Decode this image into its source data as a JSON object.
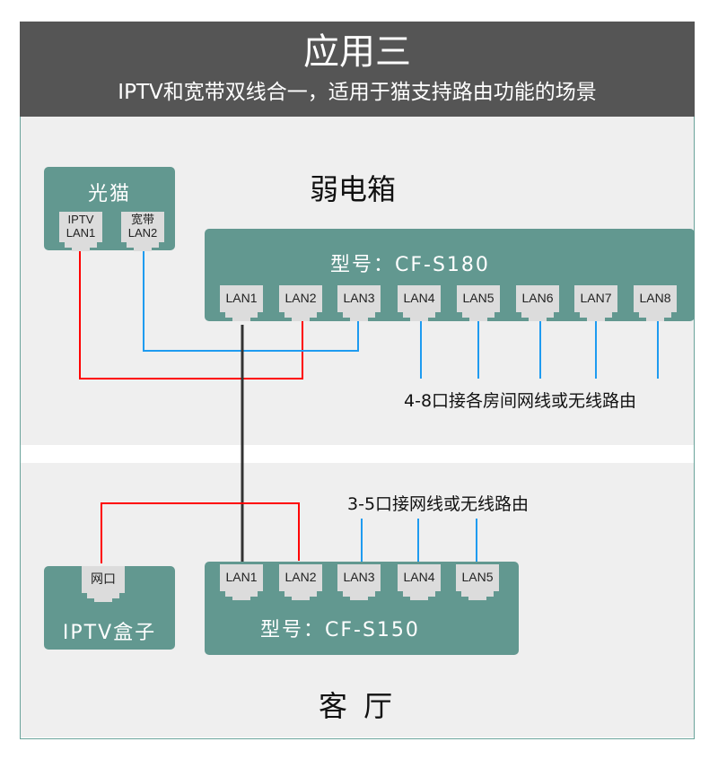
{
  "header": {
    "title": "应用三",
    "subtitle": "IPTV和宽带双线合一，适用于猫支持路由功能的场景"
  },
  "zones": {
    "top_label": "弱电箱",
    "bottom_label": "客 厅"
  },
  "modem": {
    "title": "光猫",
    "ports": [
      {
        "line1": "IPTV",
        "line2": "LAN1"
      },
      {
        "line1": "宽带",
        "line2": "LAN2"
      }
    ]
  },
  "switch_top": {
    "model": "型号：CF-S180",
    "ports": [
      "LAN1",
      "LAN2",
      "LAN3",
      "LAN4",
      "LAN5",
      "LAN6",
      "LAN7",
      "LAN8"
    ],
    "note": "4-8口接各房间网线或无线路由"
  },
  "switch_bottom": {
    "model": "型号：CF-S150",
    "ports": [
      "LAN1",
      "LAN2",
      "LAN3",
      "LAN4",
      "LAN5"
    ],
    "note": "3-5口接网线或无线路由"
  },
  "iptv_box": {
    "title": "IPTV盒子",
    "port": "网口"
  },
  "colors": {
    "header_bg": "#555555",
    "device_bg": "#629890",
    "zone_bg": "#efefef",
    "port_bg": "#dcdcdc",
    "wire_iptv": "#ff0000",
    "wire_broadband": "#1e9bf0",
    "wire_trunk": "#333333"
  }
}
